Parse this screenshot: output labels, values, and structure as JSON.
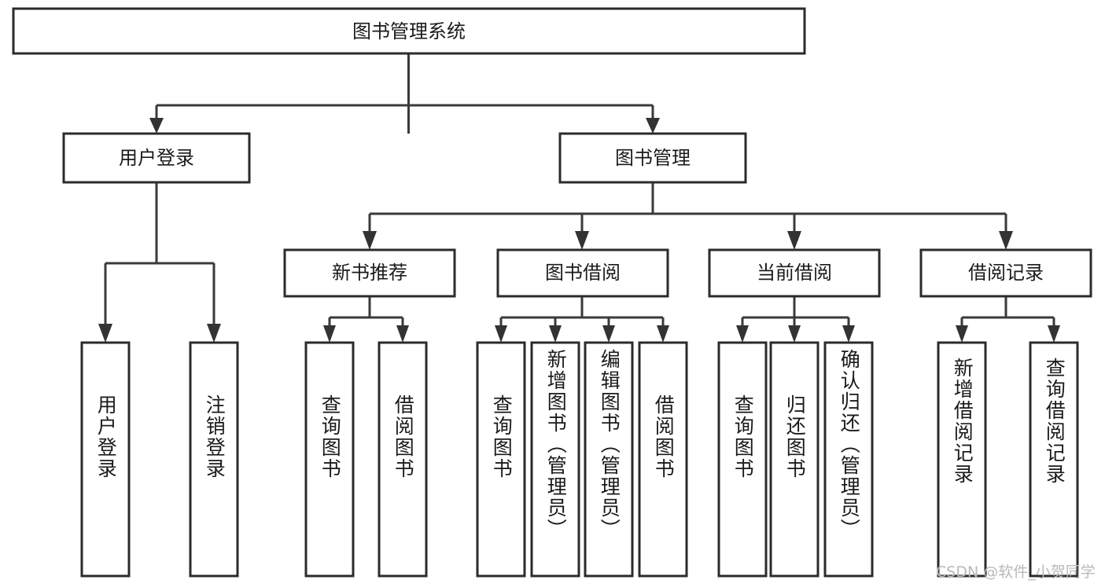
{
  "diagram": {
    "title": "图书管理系统",
    "type": "tree-hierarchy-diagram",
    "colors": {
      "node_border": "#2b2b2b",
      "node_fill": "#ffffff",
      "connector": "#3a3a3a",
      "text": "#1a1a1a",
      "watermark": "#b9b9b9",
      "background": "#ffffff"
    },
    "root": {
      "label": "图书管理系统"
    },
    "level2": [
      {
        "label": "用户登录"
      },
      {
        "label": "图书管理"
      }
    ],
    "level3": [
      {
        "label": "新书推荐"
      },
      {
        "label": "图书借阅"
      },
      {
        "label": "当前借阅"
      },
      {
        "label": "借阅记录"
      }
    ],
    "leaves": {
      "user_login": [
        {
          "label": "用户登录"
        },
        {
          "label": "注销登录"
        }
      ],
      "new_book_recommend": [
        {
          "label": "查询图书"
        },
        {
          "label": "借阅图书"
        }
      ],
      "book_borrow": [
        {
          "label": "查询图书"
        },
        {
          "label": "新增图书（管理员）"
        },
        {
          "label": "编辑图书（管理员）"
        },
        {
          "label": "借阅图书"
        }
      ],
      "current_borrow": [
        {
          "label": "查询图书"
        },
        {
          "label": "归还图书"
        },
        {
          "label": "确认归还（管理员）"
        }
      ],
      "borrow_record": [
        {
          "label": "新增借阅记录"
        },
        {
          "label": "查询借阅记录"
        }
      ]
    }
  },
  "watermark": {
    "text": "CSDN @软件_小贺同学"
  }
}
